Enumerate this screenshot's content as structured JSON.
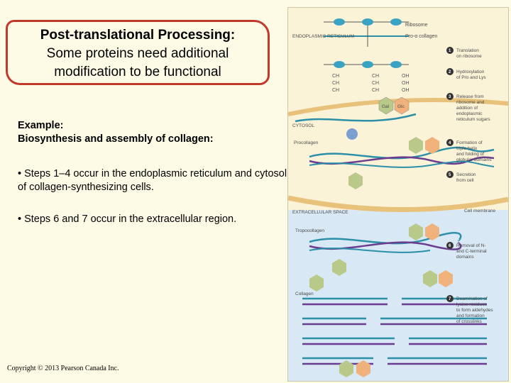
{
  "title": {
    "line1": "Post-translational Processing:",
    "line2": "Some proteins need additional",
    "line3": "modification to be functional"
  },
  "example": {
    "line1": "Example:",
    "line2": "Biosynthesis and assembly of collagen:"
  },
  "steps_text": {
    "a": "• Steps 1–4 occur in the endoplasmic reticulum and cytosol of collagen-synthesizing cells.",
    "b": "• Steps 6 and 7 occur in the extracellular region."
  },
  "copyright": "Copyright © 2013 Pearson Canada Inc.",
  "figure": {
    "colors": {
      "er_bg": "#fbf3d8",
      "ecs_bg": "#d8e8f5",
      "membrane": "#e8c27a",
      "strand_teal": "#2c8fa8",
      "strand_purple": "#6b3c8f",
      "sugar_gal": "#b9c98a",
      "sugar_glc": "#f0b27a"
    },
    "labels": {
      "ribosome": "Ribosome",
      "procollagen_chain": "Pro-α collagen",
      "er": "ENDOPLASMIC RETICULUM",
      "cytosol": "CYTOSOL",
      "procollagen": "Procollagen",
      "extracellular": "EXTRACELLULAR SPACE",
      "cell_membrane": "Cell membrane",
      "tropocollagen": "Tropocollagen",
      "collagen": "Collagen",
      "ch": "CH",
      "oh": "OH",
      "gal": "Gal",
      "glc": "Glc"
    },
    "steps": [
      {
        "num": "1",
        "text": [
          "Translation",
          "on ribosome"
        ]
      },
      {
        "num": "2",
        "text": [
          "Hydroxylation",
          "of Pro and Lys"
        ]
      },
      {
        "num": "3",
        "text": [
          "Release from",
          "ribosome and",
          "addition of",
          "endoplasmic",
          "reticulum sugars"
        ]
      },
      {
        "num": "4",
        "text": [
          "Formation of",
          "triple helix",
          "and folding of",
          "globular domains"
        ]
      },
      {
        "num": "5",
        "text": [
          "Secretion",
          "from cell"
        ]
      },
      {
        "num": "6",
        "text": [
          "Removal of N-",
          "and C-terminal",
          "domains"
        ]
      },
      {
        "num": "7",
        "text": [
          "Deamination of",
          "lysine residues",
          "to form aldehydes",
          "and formation",
          "of crosslinks"
        ]
      }
    ]
  }
}
